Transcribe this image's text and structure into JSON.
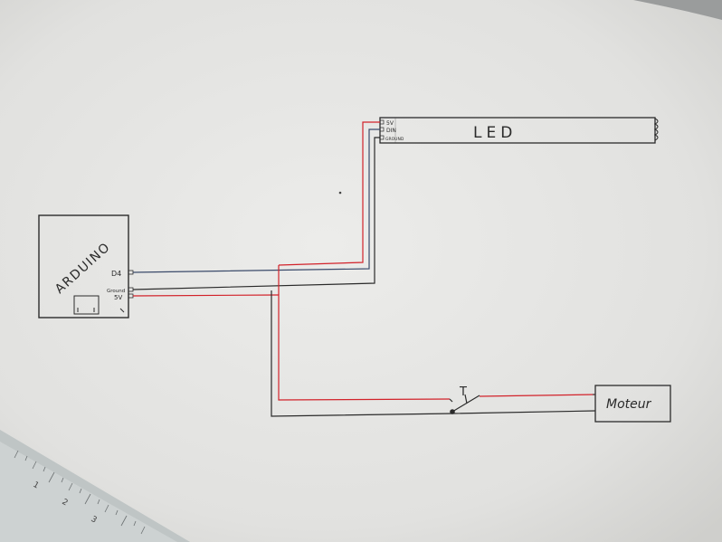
{
  "colors": {
    "paper": "#e6e6e3",
    "ink": "#2b2b2b",
    "wire_red": "#d2222a",
    "wire_black": "#2a2a2a",
    "wire_blue": "#3a4a6a",
    "ruler": "#cfd3d3"
  },
  "arduino": {
    "title": "ARDUINO",
    "pins": [
      "D4",
      "Ground",
      "5V"
    ]
  },
  "led_strip": {
    "label": "LED",
    "pins": [
      "5V",
      "DIN",
      "GROUND"
    ]
  },
  "switch": {
    "label": "T"
  },
  "motor": {
    "label": "Moteur"
  },
  "ruler": {
    "marks": [
      "1",
      "2",
      "3"
    ]
  }
}
